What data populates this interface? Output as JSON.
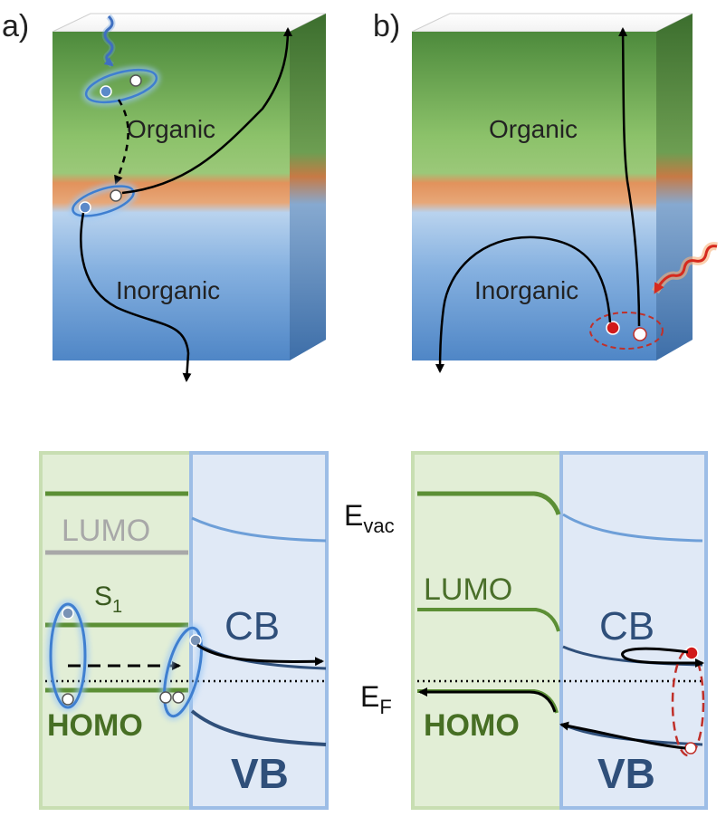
{
  "panels": {
    "a": {
      "label": "a)",
      "organic": "Organic",
      "inorganic": "Inorganic",
      "lumo": "LUMO",
      "s1": "S",
      "s1_sub": "1",
      "homo": "HOMO",
      "cb": "CB",
      "vb": "VB"
    },
    "b": {
      "label": "b)",
      "organic": "Organic",
      "inorganic": "Inorganic",
      "lumo": "LUMO",
      "homo": "HOMO",
      "cb": "CB",
      "vb": "VB"
    }
  },
  "energy_labels": {
    "evac": "E",
    "evac_sub": "vac",
    "ef": "E",
    "ef_sub": "F"
  },
  "colors": {
    "organic_top": "#4e8a3c",
    "organic_mid": "#8bc06a",
    "interface": "#e08f5a",
    "inorganic_top": "#9ec6ec",
    "inorganic_bottom": "#4f86c6",
    "green_line": "#5c8f35",
    "blue_line": "#6e9fd8",
    "dark_blue": "#2f4f7a",
    "exciton_blue": "#3f7fd0",
    "exciton_red": "#c0302a",
    "lumo_gray": "#a8a8a8"
  }
}
